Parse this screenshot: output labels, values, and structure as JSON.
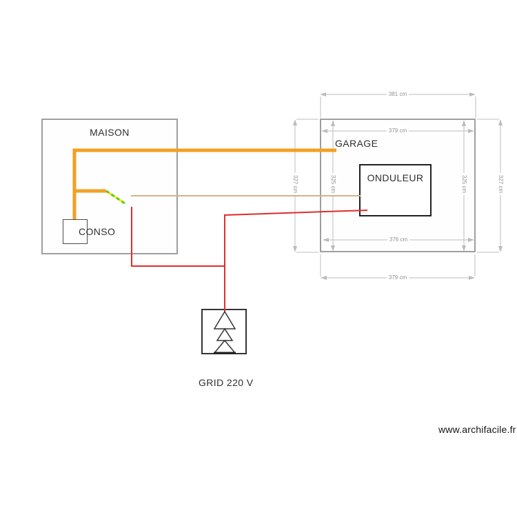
{
  "rooms": {
    "maison": {
      "label": "MAISON"
    },
    "garage": {
      "label": "GARAGE"
    }
  },
  "objects": {
    "conso": {
      "label": "CONSO"
    },
    "onduleur": {
      "label": "ONDULEUR"
    },
    "grid": {
      "label": "GRID 220 V",
      "icon": "grid-triangles-icon"
    }
  },
  "dimensions": {
    "garage_top_outer": "381 cm",
    "garage_top_inner": "379 cm",
    "garage_bottom_inner": "376 cm",
    "garage_bottom_outer": "379 cm",
    "garage_left_outer": "327 cm",
    "garage_left_inner": "325 cm",
    "garage_right_inner": "325 cm",
    "garage_right_outer": "327 cm"
  },
  "watermark": "www.archifacile.fr",
  "colors": {
    "wire_orange": "#F2A024",
    "wire_red": "#E02B2B",
    "wire_tan": "#D6B089",
    "wire_yellow": "#FFE400",
    "wire_green_dash": "#55CC22",
    "wall_gray": "#9E9E9E",
    "dim_line_gray": "#BCBCBC",
    "dim_text_gray": "#8F8F8F",
    "ink": "#2E2E2E"
  }
}
